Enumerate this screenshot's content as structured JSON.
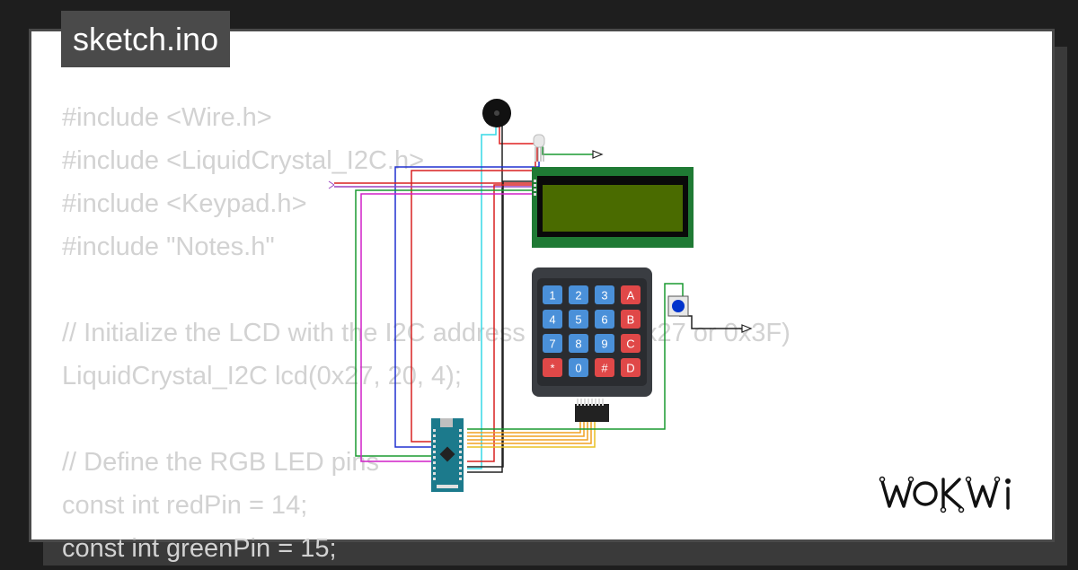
{
  "title": "sketch.ino",
  "code_lines": [
    "#include <Wire.h>",
    "#include <LiquidCrystal_I2C.h>",
    "#include <Keypad.h>",
    "#include \"Notes.h\"",
    "",
    "// Initialize the LCD with the I2C address (usually 0x27 or 0x3F)",
    "LiquidCrystal_I2C lcd(0x27, 20, 4);",
    "",
    "// Define the RGB LED pins",
    "const int redPin = 14;",
    "const int greenPin = 15;"
  ],
  "keypad": {
    "rows": [
      [
        "1",
        "2",
        "3",
        "A"
      ],
      [
        "4",
        "5",
        "6",
        "B"
      ],
      [
        "7",
        "8",
        "9",
        "C"
      ],
      [
        "*",
        "0",
        "#",
        "D"
      ]
    ]
  },
  "logo_text": "WOKWi",
  "colors": {
    "background": "#1e1e1e",
    "card": "#ffffff",
    "title_bg": "#4a4a4a",
    "code_text": "#d2d2d2",
    "lcd_board": "#1f7a34",
    "lcd_screen": "#4a6b00",
    "keypad_body": "#3a3d42",
    "key_blue": "#4a90d9",
    "key_red": "#e04848",
    "arduino": "#1c7a8c",
    "button_cap": "#0033cc"
  },
  "icons": [
    "buzzer-icon",
    "rgb-led-icon",
    "ground-arrow-icon",
    "pushbutton-icon",
    "usb-port-icon"
  ]
}
